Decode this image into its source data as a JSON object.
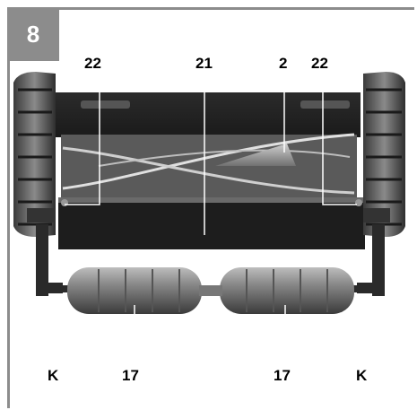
{
  "figure": {
    "number": "8"
  },
  "callouts": {
    "top": [
      "22",
      "21",
      "2",
      "22"
    ],
    "bottom": [
      "K",
      "17",
      "17",
      "K"
    ]
  }
}
